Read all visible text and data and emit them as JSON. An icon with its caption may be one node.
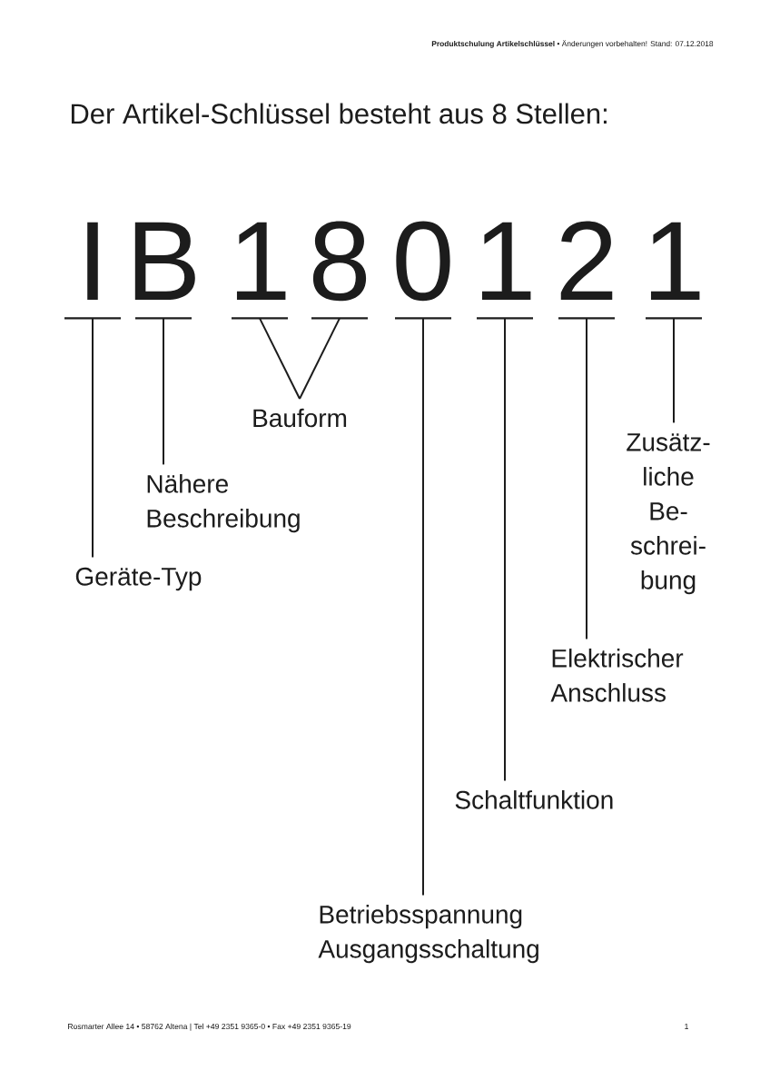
{
  "diagram": {
    "title": "Der Artikel-Schlüssel besteht aus 8 Stellen:",
    "nodes": [
      {
        "text": [
          "I"
        ]
      },
      {
        "text": [
          "B"
        ]
      },
      {
        "text": [
          "1"
        ]
      },
      {
        "text": [
          "8"
        ]
      },
      {
        "text": [
          "0"
        ]
      },
      {
        "text": [
          "1"
        ]
      },
      {
        "text": [
          "2"
        ]
      },
      {
        "text": [
          "1"
        ]
      },
      {
        "text": [
          "Bauform"
        ]
      },
      {
        "text": [
          "Zusätz- liche Be- schrei- bung"
        ]
      },
      {
        "text": [
          "Nähere Beschreibung"
        ]
      },
      {
        "text": [
          "Geräte-Typ"
        ]
      },
      {
        "text": [
          "Elektrischer Anschluss"
        ]
      },
      {
        "text": [
          "Schaltfunktion"
        ]
      },
      {
        "text": [
          "Betriebsspannung Ausgangsschaltung"
        ]
      }
    ],
    "edges": [
      {
        "from": 11,
        "to": 0,
        "arrow": "none"
      },
      {
        "from": 10,
        "to": 1,
        "arrow": "none"
      },
      {
        "from": 8,
        "to": 2,
        "arrow": "none"
      },
      {
        "from": 8,
        "to": 3,
        "arrow": "none"
      },
      {
        "from": 14,
        "to": 4,
        "arrow": "none"
      },
      {
        "from": 13,
        "to": 5,
        "arrow": "none"
      },
      {
        "from": 12,
        "to": 6,
        "arrow": "none"
      },
      {
        "from": 9,
        "to": 7,
        "arrow": "none"
      }
    ],
    "labels": [
      "**Produktschulung Artikelschlüssel** • Änderungen vorbehalten! Stand: 07.12.2018",
      "Rosmarter Allee 14 • 58762 Altena | Tel +49 2351 9365-0 • Fax +49 2351 9365-19",
      "1"
    ]
  }
}
